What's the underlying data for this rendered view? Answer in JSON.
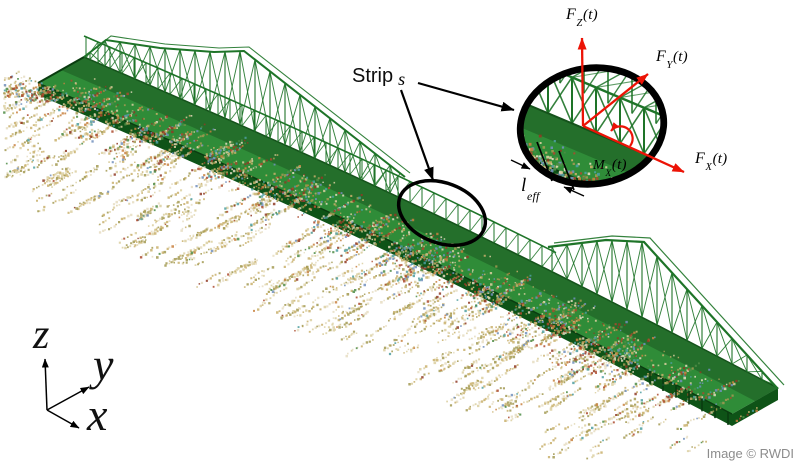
{
  "figure": {
    "strip": {
      "word": "Strip",
      "symbol": "s"
    },
    "forces": {
      "fz": {
        "base": "F",
        "sub": "Z",
        "suffix": "(t)"
      },
      "fy": {
        "base": "F",
        "sub": "Y",
        "suffix": "(t)"
      },
      "fx": {
        "base": "F",
        "sub": "X",
        "suffix": "(t)"
      },
      "mx": {
        "base": "M",
        "sub": "X",
        "suffix": "(t)"
      }
    },
    "strip_length": {
      "base": "l",
      "sub": "eff"
    },
    "axes": {
      "x": "x",
      "y": "y",
      "z": "z"
    },
    "credit": "Image © RWDI",
    "colors": {
      "deck_green": "#2f8c38",
      "deck_green_far": "#246f2b",
      "deck_green_dark": "#0e5317",
      "truss_green": "#1e7428",
      "edge_green": "#0a3c10",
      "force_red": "#ec1306",
      "annotation_black": "#000000",
      "credit_gray": "#8c8c8c",
      "scatter_muted": [
        "#c9b06c",
        "#dbcfa0",
        "#a39a52",
        "#e6ddc2"
      ],
      "scatter_vivid": [
        "#ab4a2e",
        "#8f3a24",
        "#4f9fa0",
        "#7291bd",
        "#c8813f",
        "#4e8c45"
      ]
    }
  }
}
